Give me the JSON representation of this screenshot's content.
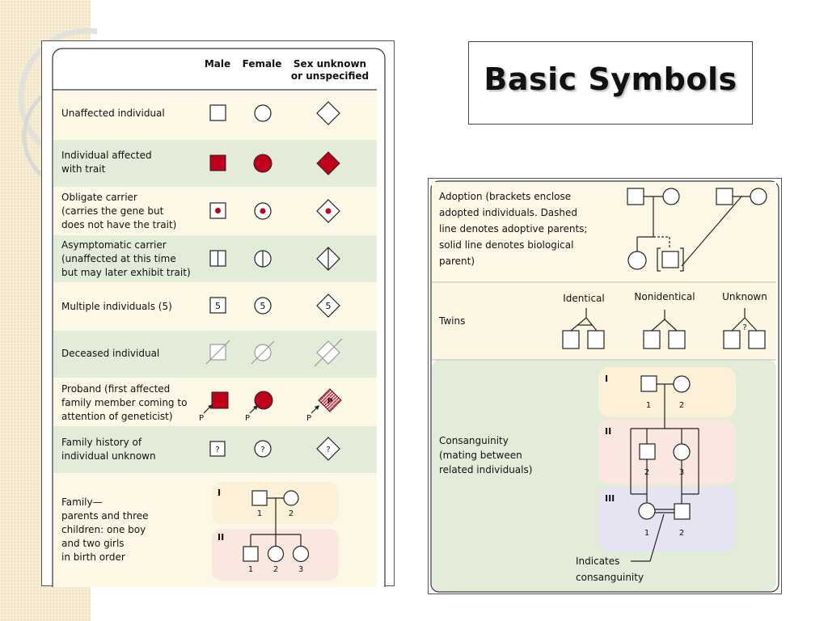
{
  "title": "Basic Symbols",
  "colors": {
    "affected": "#c0001a",
    "row_cream": "#fdf7e6",
    "row_green": "#e3ebd9",
    "gen_cream": "#fcf0d8",
    "gen_pink": "#fae8e0",
    "gen_lavender": "#e6e4f2"
  },
  "left_table": {
    "headers": {
      "male": "Male",
      "female": "Female",
      "unknown_line1": "Sex unknown",
      "unknown_line2": "or unspecified"
    },
    "rows": [
      {
        "label": [
          "Unaffected individual"
        ]
      },
      {
        "label": [
          "Individual affected",
          "with trait"
        ]
      },
      {
        "label": [
          "Obligate carrier",
          "(carries the gene but",
          "does not have the trait)"
        ]
      },
      {
        "label": [
          "Asymptomatic carrier",
          "(unaffected at this time",
          "but may later exhibit trait)"
        ]
      },
      {
        "label": [
          "Multiple individuals (5)"
        ],
        "number": "5"
      },
      {
        "label": [
          "Deceased individual"
        ]
      },
      {
        "label": [
          "Proband (first affected",
          "family member coming to",
          "attention of geneticist)"
        ],
        "proband_mark": "P"
      },
      {
        "label": [
          "Family history of",
          "individual unknown"
        ],
        "mark": "?"
      },
      {
        "label": [
          "Family—",
          "parents and three",
          "children: one boy",
          "and two girls",
          "in birth order"
        ]
      }
    ],
    "family": {
      "gen1": "I",
      "gen2": "II",
      "parents": [
        "1",
        "2"
      ],
      "children": [
        "1",
        "2",
        "3"
      ]
    }
  },
  "right_table": {
    "adoption_label": [
      "Adoption (brackets enclose",
      "adopted individuals. Dashed",
      "line denotes adoptive parents;",
      "solid line denotes biological",
      "parent)"
    ],
    "twins_label": "Twins",
    "twins_types": [
      "Identical",
      "Nonidentical",
      "Unknown"
    ],
    "twins_unknown_mark": "?",
    "consanguinity_label": [
      "Consanguinity",
      "(mating between",
      "related individuals)"
    ],
    "generations": [
      "I",
      "II",
      "III"
    ],
    "gen1_numbers": [
      "1",
      "2"
    ],
    "gen2_numbers": [
      "2",
      "3"
    ],
    "gen3_numbers": [
      "1",
      "2"
    ],
    "callout": [
      "Indicates",
      "consanguinity"
    ]
  }
}
